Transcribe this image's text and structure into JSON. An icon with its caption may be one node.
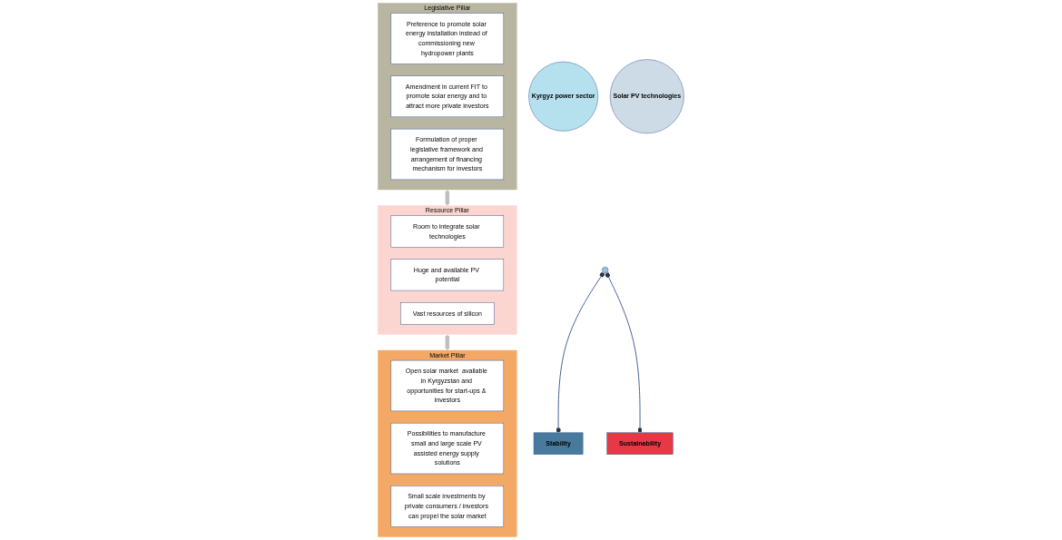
{
  "diagram": {
    "nodes": [
      {
        "text": [
          "Resource Pillar"
        ]
      },
      {
        "text": [
          "Room to integrate solar technologies"
        ],
        "in": 0
      },
      {
        "text": [
          "Huge and available PV potential"
        ],
        "in": 0
      },
      {
        "text": [
          "Vast resources of silicon"
        ],
        "in": 0
      },
      {
        "text": [
          "Legislative Pillar"
        ]
      },
      {
        "text": [
          "Preference to promote solar energy installation instead of commissioning new hydropower plants"
        ],
        "in": 4
      },
      {
        "text": [
          "Amendment in current FIT to promote solar energy and to attract more private investors"
        ],
        "in": 4
      },
      {
        "text": [
          "Formulation of proper legislative framework and arrangement of financing mechanism for investors"
        ],
        "in": 4
      },
      {
        "text": [
          "Market Pillar"
        ]
      },
      {
        "text": [
          "Open solar market  available in Kyrgyzstan and opportunities for start-ups & investors"
        ],
        "in": 8
      },
      {
        "text": [
          "Possibilities to manufacture small and large scale PV assisted energy supply solutions"
        ],
        "in": 8
      },
      {
        "text": [
          "Small scale investments by private consumers / investors can propel the solar market"
        ],
        "in": 8
      },
      {
        "text": [
          "Kyrgyz power sector"
        ]
      },
      {
        "text": [
          "Solar PV technologies"
        ]
      },
      {
        "text": [],
        "shape": "circle"
      },
      {
        "text": [
          "Stability"
        ]
      },
      {
        "text": [
          "Sustainability"
        ]
      }
    ],
    "edges": [
      {
        "from": 4,
        "to": 0,
        "arrow": "both",
        "style": "thick",
        "color": "#bfbfbf"
      },
      {
        "from": 0,
        "to": 8,
        "arrow": "both",
        "style": "thick",
        "color": "#bfbfbf"
      },
      {
        "from": 14,
        "to": 15,
        "arrow": "other",
        "color": "#2f4f8f"
      },
      {
        "from": 14,
        "to": 16,
        "arrow": "other",
        "color": "#2f4f8f"
      }
    ]
  }
}
